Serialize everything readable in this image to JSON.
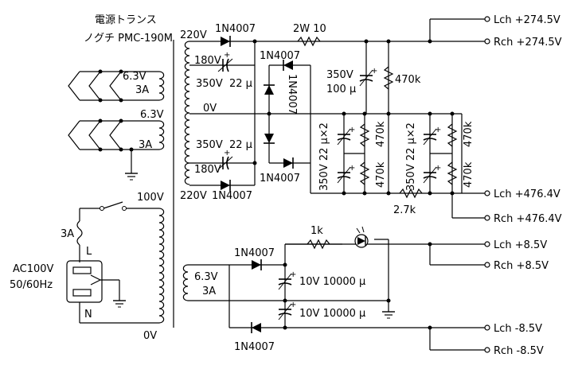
{
  "transformer": {
    "title": "電源トランス",
    "model": "ノグチ PMC-190M"
  },
  "windings": {
    "heater1_v": "6.3V",
    "heater1_a": "3A",
    "heater2_v": "6.3V",
    "heater2_a": "3A",
    "primary_100": "100V",
    "primary_0": "0V",
    "sec_220_top": "220V",
    "sec_180_top": "180V",
    "sec_0": "0V",
    "sec_180_bot": "180V",
    "sec_220_bot": "220V",
    "aux_v": "6.3V",
    "aux_a": "3A"
  },
  "mains": {
    "fuse": "3A",
    "label_l": "L",
    "label_n": "N",
    "voltage": "AC100V",
    "freq": "50/60Hz"
  },
  "components": {
    "d_top": "1N4007",
    "d_mid_top": "1N4007",
    "d_mid_bot": "1N4007",
    "d_bot": "1N4007",
    "d_vertical": "1N4007",
    "d_neg": "1N4007",
    "d_pos": "1N4007",
    "c_top_v": "350V",
    "c_top_uf": "22 µ",
    "c_bot_v": "350V",
    "c_bot_uf": "22 µ",
    "r_series": "2W 10",
    "c_filter_v": "350V",
    "c_filter_uf": "100 µ",
    "r_bleed": "470k",
    "cap_bank1": "350V 22 µ×2",
    "cap_bank2": "350V 22 µ×2",
    "r_b1_top": "470k",
    "r_b1_bot": "470k",
    "r_b2_top": "470k",
    "r_b2_bot": "470k",
    "r_link": "2.7k",
    "r_led": "1k",
    "c_lv1": "10V 10000 µ",
    "c_lv2": "10V 10000 µ"
  },
  "outputs": {
    "lch_hv": "Lch +274.5V",
    "rch_hv": "Rch +274.5V",
    "lch_476": "Lch +476.4V",
    "rch_476": "Rch +476.4V",
    "lch_p85": "Lch +8.5V",
    "rch_p85": "Rch +8.5V",
    "lch_m85": "Lch -8.5V",
    "rch_m85": "Rch -8.5V"
  }
}
